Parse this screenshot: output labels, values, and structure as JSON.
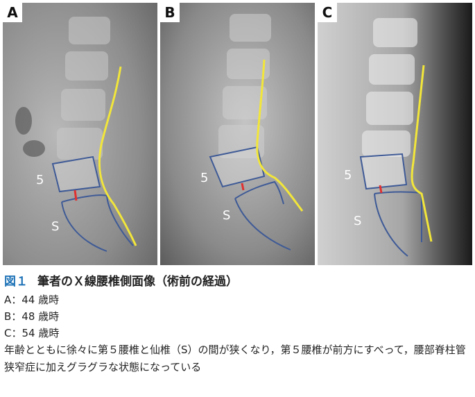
{
  "panels": [
    {
      "id": "A",
      "vertebra_label": "5",
      "sacrum_label": "S"
    },
    {
      "id": "B",
      "vertebra_label": "5",
      "sacrum_label": "S"
    },
    {
      "id": "C",
      "vertebra_label": "5",
      "sacrum_label": "S"
    }
  ],
  "caption": {
    "figure_number": "図１",
    "title": "筆者のＸ線腰椎側面像（術前の経過）",
    "ages": [
      "A：44 歳時",
      "B：48 歳時",
      "C：54 歳時"
    ],
    "description": "年齢とともに徐々に第５腰椎と仙椎（S）の間が狭くなり，第５腰椎が前方にすべって，腰部脊柱管狭窄症に加えグラグラな状態になっている"
  },
  "colors": {
    "figure_number": "#1f73b7",
    "spinal_line": "#f2e63a",
    "vertebra_outline": "#3e5a96",
    "disc_gap_marker": "#e03030"
  }
}
